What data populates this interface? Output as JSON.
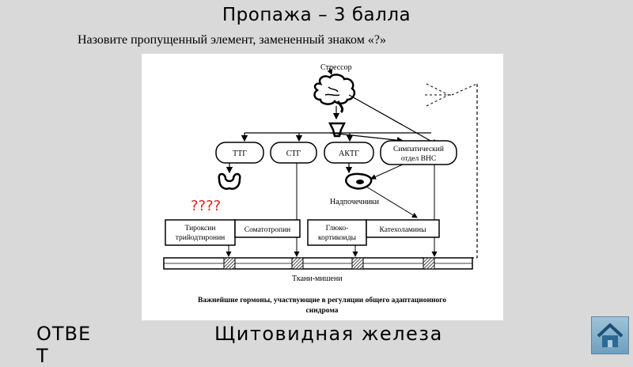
{
  "slide": {
    "title": "Пропажа – 3 балла",
    "question": "Назовите пропущенный элемент, замененный знаком «?»",
    "answer_label": "ОТВЕ\nТ",
    "answer_text": "Щитовидная железа"
  },
  "diagram": {
    "stressor": "Стрессор",
    "boxes": {
      "ttg": "ТТГ",
      "stg": "СТГ",
      "aktg": "АКТГ",
      "sympathetic_1": "Симпатический",
      "sympathetic_2": "отдел ВНС"
    },
    "missing": "????",
    "adrenals": "Надпочечники",
    "hormones": {
      "thyroxine_1": "Тироксин",
      "thyroxine_2": "трийодтиронин",
      "somatotropin": "Соматотропин",
      "gluco_1": "Глюко-",
      "gluco_2": "кортикоиды",
      "catecholamines": "Катехоламины"
    },
    "targets": "Ткани-мишени",
    "caption_1": "Важнейшие гормоны, участвующие в регуляции общего адаптационного",
    "caption_2": "синдрома"
  },
  "colors": {
    "background": "#d9d9d9",
    "missing_text": "#e02020",
    "home_button": "#7fa9c6"
  },
  "icons": [
    "brain-icon",
    "pituitary-icon",
    "thyroid-icon",
    "adrenal-icon",
    "home-icon"
  ]
}
